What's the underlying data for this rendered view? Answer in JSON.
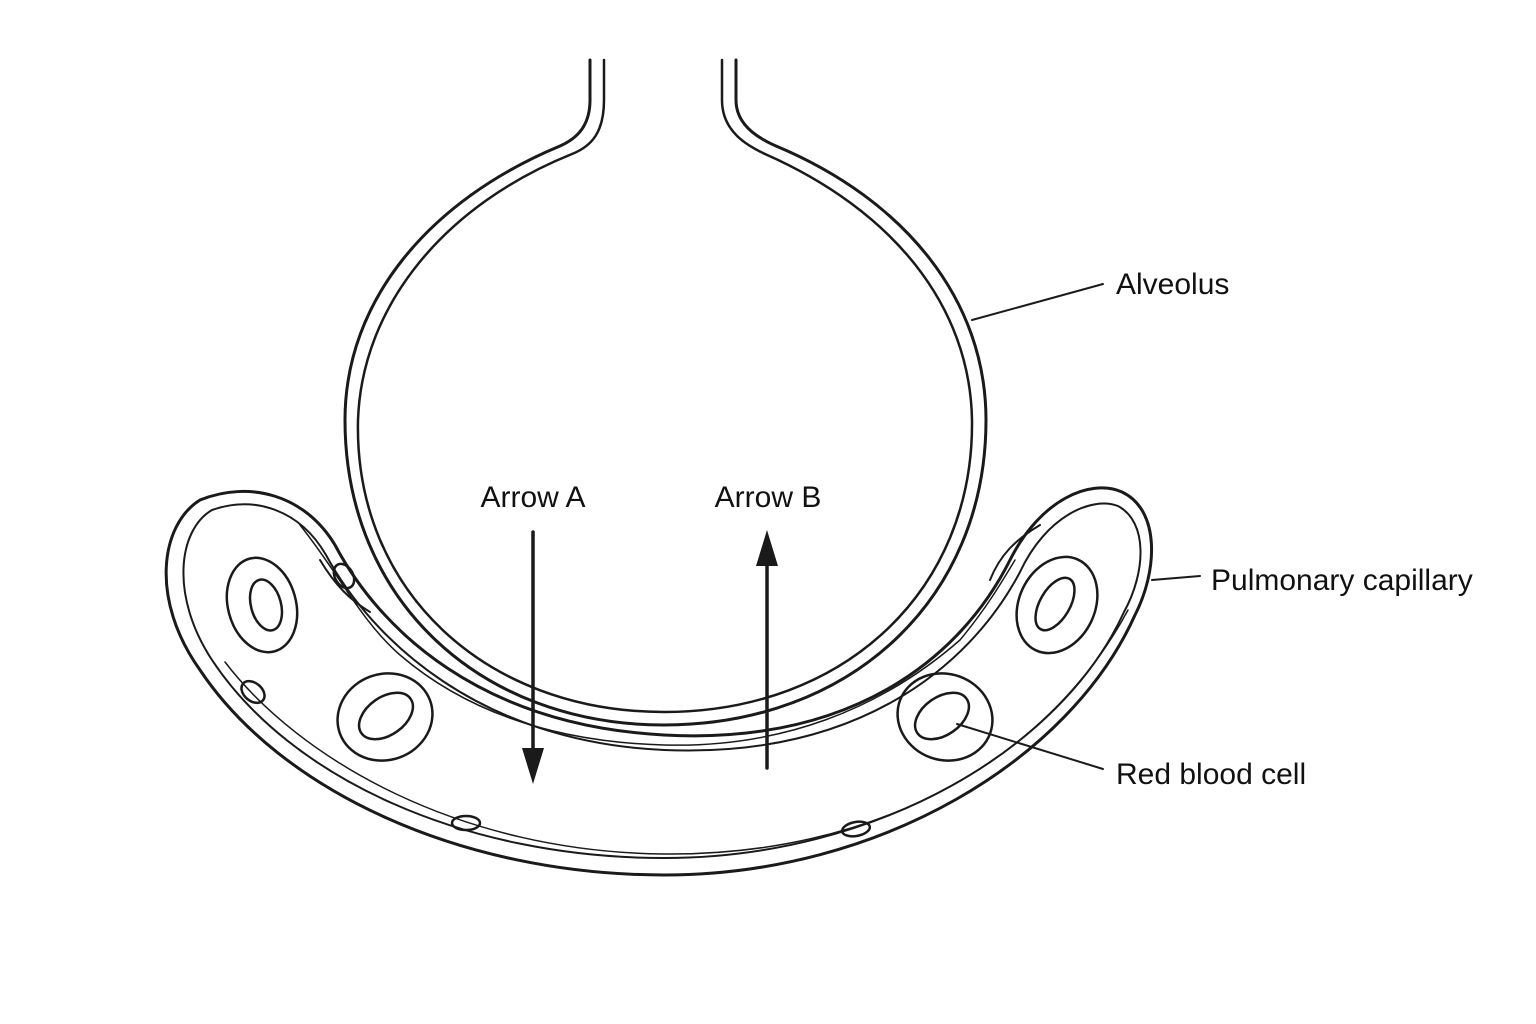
{
  "labels": {
    "arrow_a": "Arrow A",
    "arrow_b": "Arrow B",
    "alveolus": "Alveolus",
    "pulmonary_capillary": "Pulmonary capillary",
    "red_blood_cell": "Red blood cell"
  },
  "colors": {
    "line": "#1a1a1a",
    "background": "#ffffff"
  }
}
